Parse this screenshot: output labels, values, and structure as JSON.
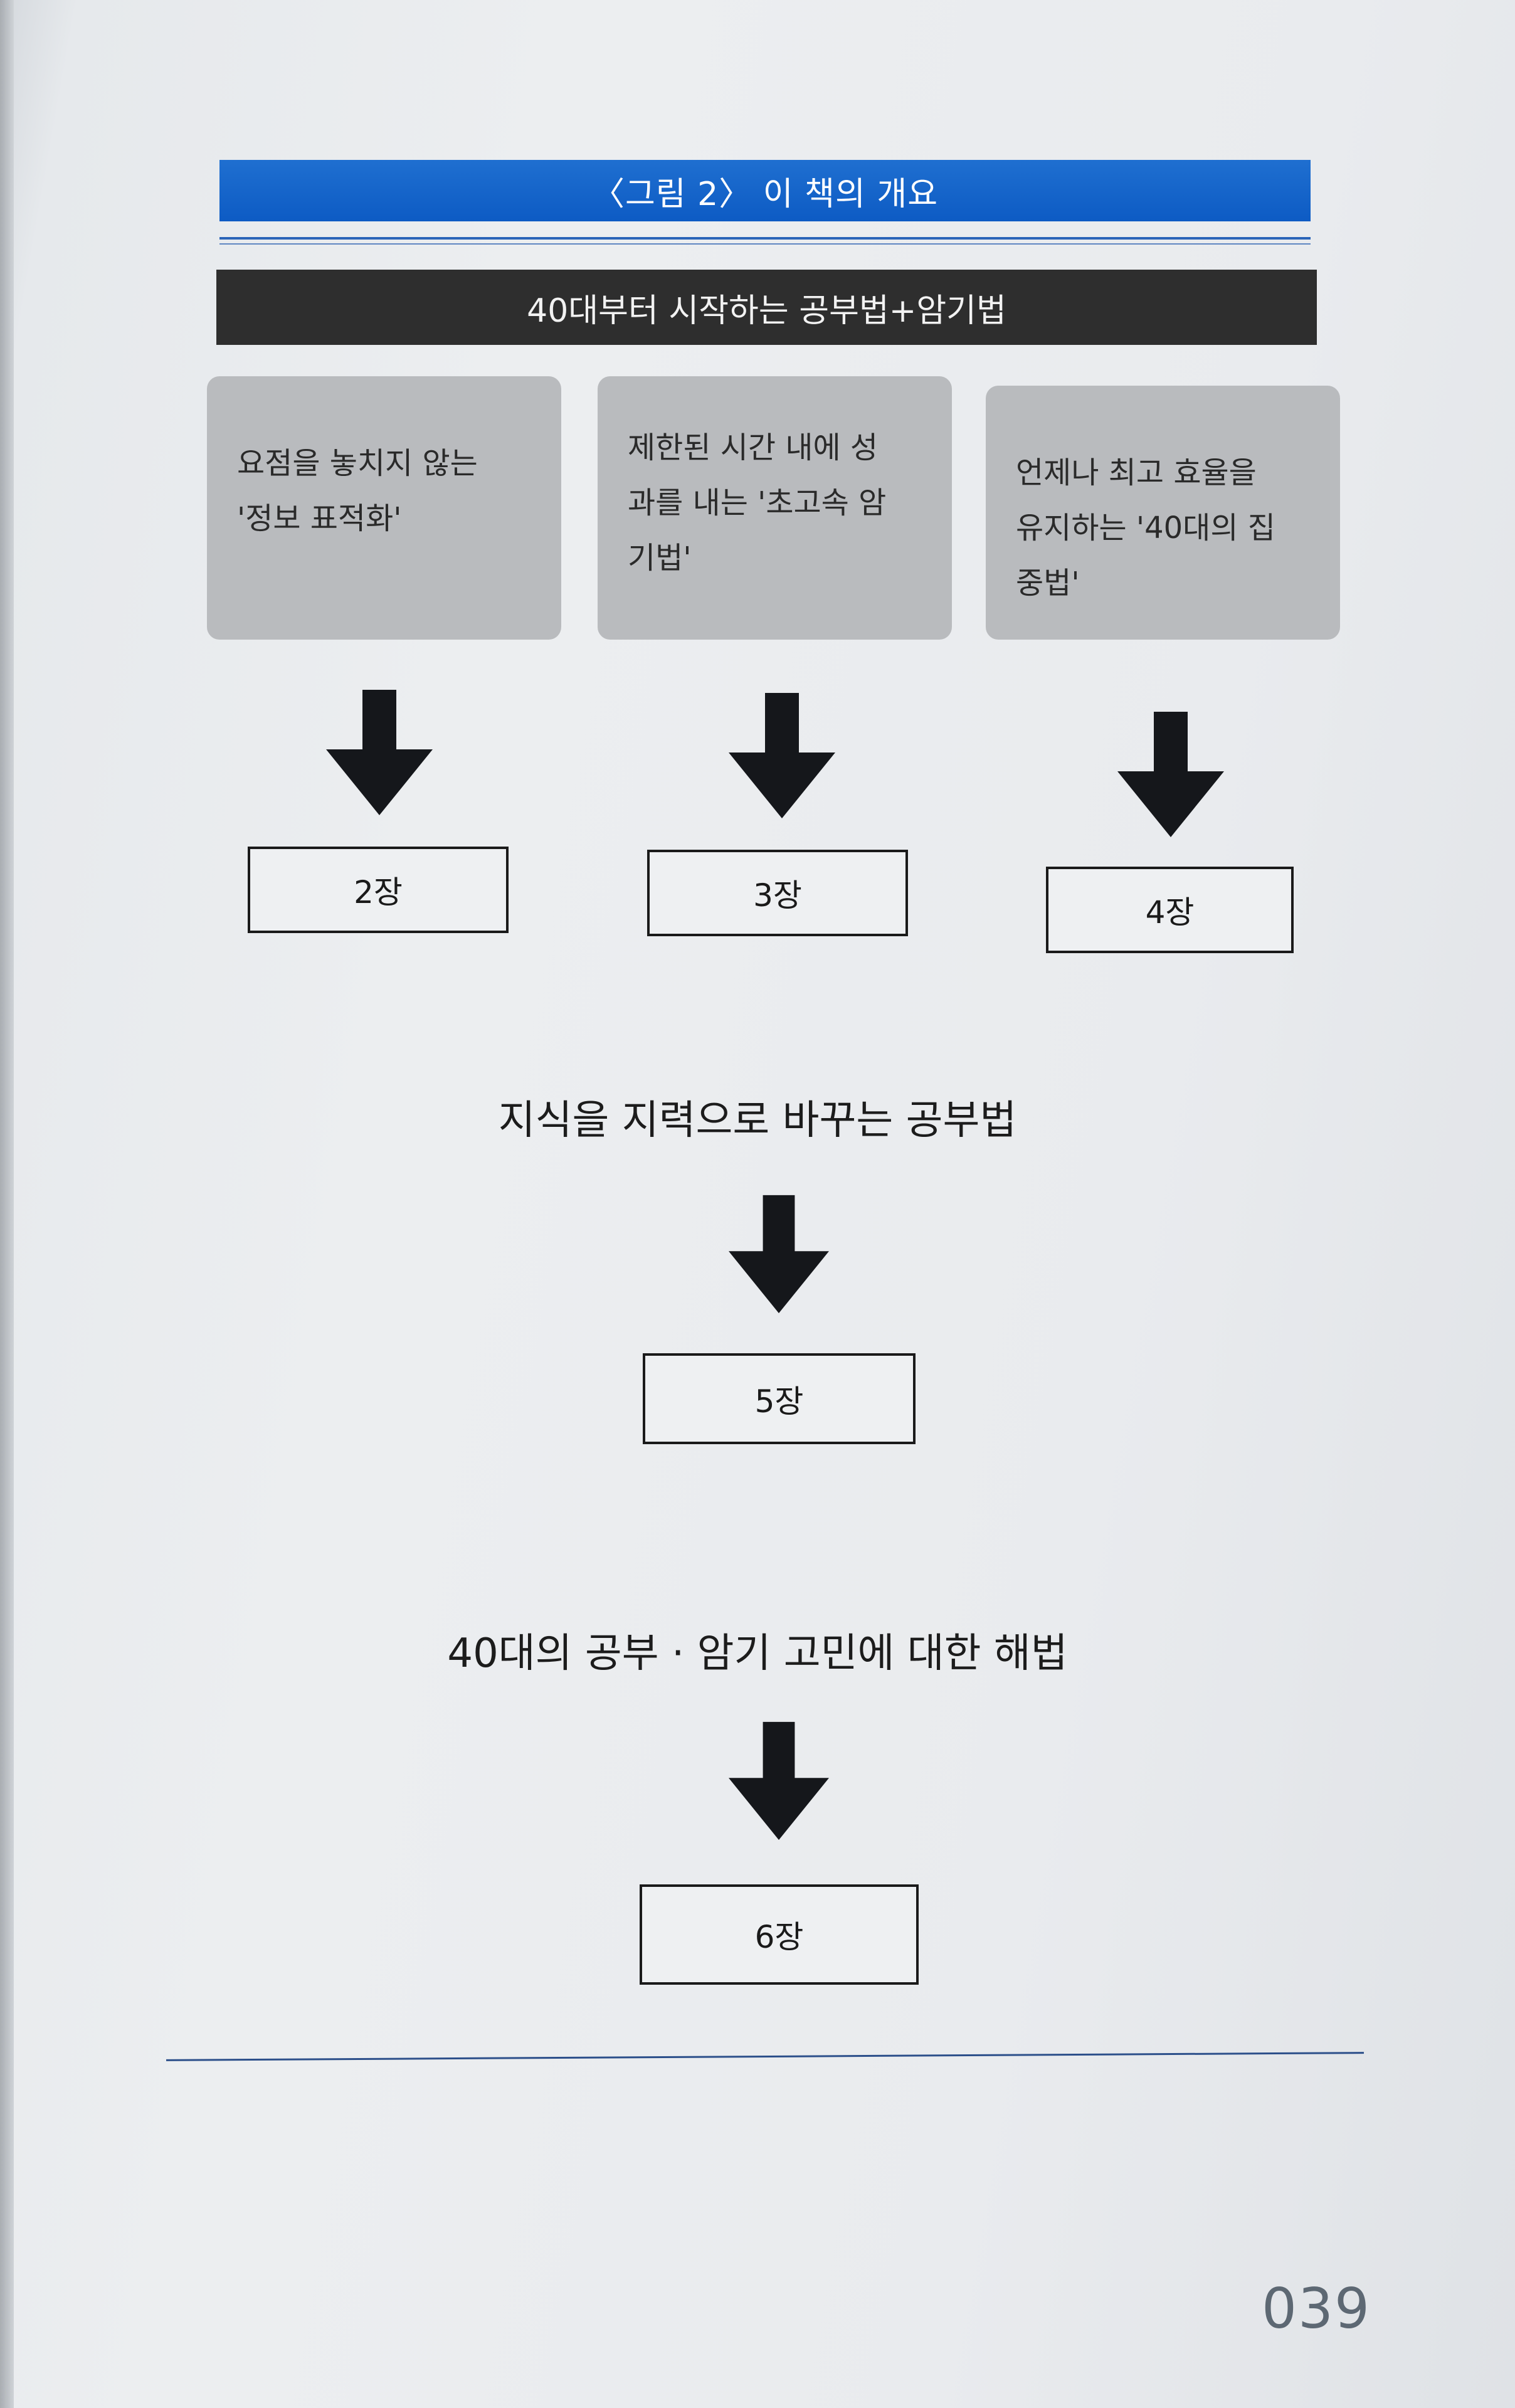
{
  "figure": {
    "title": "〈그림 2〉 이 책의 개요",
    "banner": "40대부터 시작하는 공부법+암기법"
  },
  "methods": [
    {
      "text": "요점을 놓치지 않는\n'정보 표적화'"
    },
    {
      "text": "제한된 시간 내에 성\n과를 내는 '초고속 암\n기법'"
    },
    {
      "text": "언제나 최고 효율을\n유지하는 '40대의 집\n중법'"
    }
  ],
  "chapters": {
    "c2": "2장",
    "c3": "3장",
    "c4": "4장",
    "c5": "5장",
    "c6": "6장"
  },
  "captions": {
    "knowledge": "지식을 지력으로 바꾸는 공부법",
    "solutions": "40대의 공부 · 암기 고민에 대한 해법"
  },
  "page_number": "039"
}
